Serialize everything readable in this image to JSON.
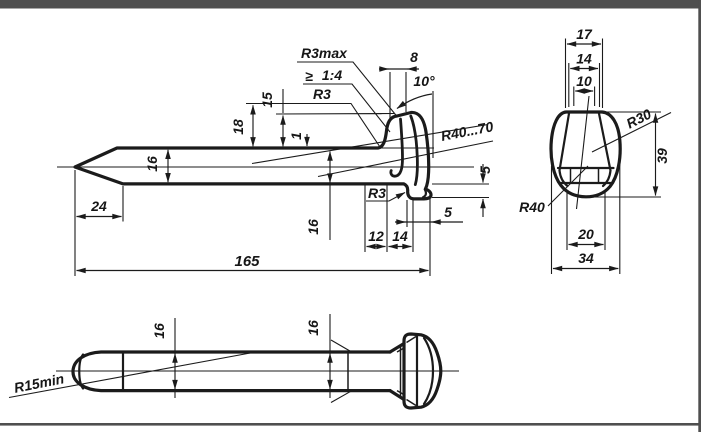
{
  "side_view": {
    "labels": {
      "r3max": "R3max",
      "slope_symbol": "≥",
      "slope_ratio": "1:4",
      "r3_top": "R3",
      "width_8": "8",
      "angle_10": "10°",
      "radius_range": "R40...70",
      "height_15": "15",
      "height_18": "18",
      "offset_1": "1",
      "shaft_16": "16",
      "tip_24": "24",
      "r3_bottom": "R3",
      "head_16": "16",
      "width_12": "12",
      "width_14": "14",
      "lip_5": "5",
      "drop_5": "5",
      "length_165": "165"
    }
  },
  "end_view": {
    "labels": {
      "width_17": "17",
      "width_14": "14",
      "width_10": "10",
      "r30": "R30",
      "height_39": "39",
      "r40": "R40",
      "width_20": "20",
      "width_34": "34"
    }
  },
  "top_view": {
    "labels": {
      "r15min": "R15min",
      "shaft_16": "16",
      "head_16": "16"
    }
  },
  "colors": {
    "ink": "#1b1b1b",
    "frame_bar": "#4f4f4f",
    "paper": "#ffffff"
  }
}
